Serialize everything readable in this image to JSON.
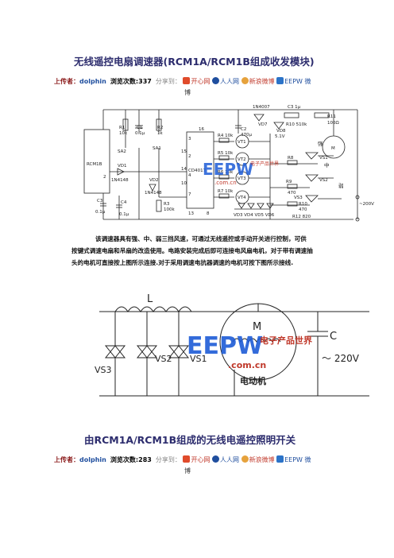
{
  "article1": {
    "title": "无线遥控电扇调速器(RCM1A/RCM1B组成收发模块)",
    "uploader_label": "上传者：",
    "uploader": "dolphin",
    "views_label": "浏览次数:",
    "views": "337",
    "share_label": "分享到：",
    "share_links": [
      "开心网",
      "人人网",
      "新浪微博",
      "EEPW 微",
      "博"
    ],
    "paragraph": [
      "该调速器具有强、中、弱三挡风速，可通过无线遥控或手动开关进行控制，可供",
      "按键式调速电扇和吊扇的改造使用。电路安装完成后即可连接电风扇电机，对于带有调速抽",
      "头的电机可直接按上图所示连接.对于采用调速电抗器调速的电机可按下图所示接线."
    ]
  },
  "circuit1": {
    "labels": {
      "rcm": "RCM1B",
      "ic": "CD4017",
      "diode_top": "1N4007",
      "cap_top": "C3 1μ",
      "r_top": "R11",
      "r_top_val": "100Ω",
      "r10": "R10 510k",
      "vd8": "VD8",
      "vd8_val": "5.1V",
      "c2": "C2",
      "c2_val": "470μ",
      "vd7": "VD7",
      "r1": "R1",
      "r1_val": "10k",
      "c1": "C1",
      "c1_val": "0.1μ",
      "r2": "R2",
      "r2_val": "1k",
      "sa2": "SA2",
      "sa1": "SA1",
      "vd1": "VD1",
      "vd1_val": "1N4148",
      "vd2": "VD2",
      "vd2_val": "1N4148",
      "r3": "R3",
      "r3_val": "100k",
      "c_low": "C3",
      "c_low_val": "0.1μ",
      "c_low2": "C4",
      "c_low2_val": "0.1μ",
      "r4": "R4 10k",
      "r5": "R5 10k",
      "r6": "R6 10k",
      "r7": "R7 10k",
      "vt1": "VT1",
      "vt2": "VT2",
      "vt3": "VT3",
      "vt4": "VT4",
      "vs1": "VS1",
      "vs2": "VS2",
      "vs3": "VS3",
      "r8": "R8",
      "r9": "R9",
      "r9_val": "470",
      "r10b": "R10",
      "r10b_val": "470",
      "r12": "R12 820",
      "motor": "M",
      "strong": "强",
      "mid": "中",
      "weak": "弱",
      "ac": "~200V",
      "vd_row": "VD3 VD4 VD5 VD6",
      "pin16": "16",
      "pin3": "3",
      "pin2": "2",
      "pin14": "14",
      "pin15": "15",
      "pin4": "4",
      "pin10": "10",
      "pin7": "7",
      "pin13": "13",
      "pin8": "8",
      "pin2b": "2"
    }
  },
  "circuit2": {
    "labels": {
      "L": "L",
      "M": "M",
      "C": "C",
      "vs3": "VS3",
      "vs2": "VS2",
      "vs1": "VS1",
      "ac": "～ 220V",
      "motor": "电动机"
    }
  },
  "watermark": {
    "brand": "EEPW",
    "site": ".com.cn",
    "cn": "电子产品世界"
  },
  "article2": {
    "title": "由RCM1A/RCM1B组成的无线电遥控照明开关",
    "uploader_label": "上传者：",
    "uploader": "dolphin",
    "views_label": "浏览次数:",
    "views": "283",
    "share_label": "分享到：",
    "share_links": [
      "开心网",
      "人人网",
      "新浪微博",
      "EEPW 微",
      "博"
    ]
  },
  "colors": {
    "title": "#2d2d6e",
    "label_red": "#8b1a1a",
    "link_blue": "#1f4e9e",
    "watermark_blue": "#1d5bd6",
    "watermark_red": "#c0392b"
  }
}
